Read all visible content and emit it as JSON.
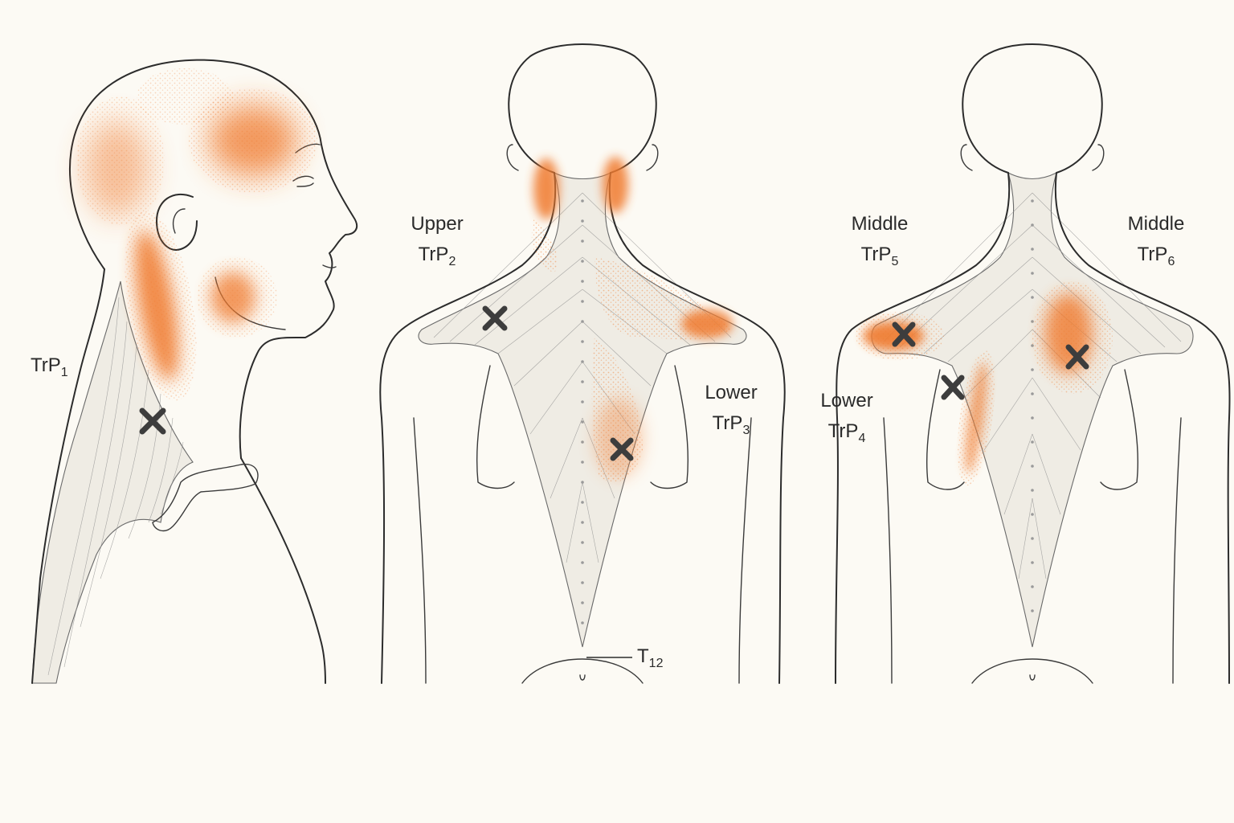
{
  "labels": {
    "trp1": {
      "base": "TrP",
      "sub": "1"
    },
    "trp2": {
      "region": "Upper",
      "base": "TrP",
      "sub": "2"
    },
    "trp3": {
      "region": "Lower",
      "base": "TrP",
      "sub": "3"
    },
    "trp4": {
      "region": "Lower",
      "base": "TrP",
      "sub": "4"
    },
    "trp5": {
      "region": "Middle",
      "base": "TrP",
      "sub": "5"
    },
    "trp6": {
      "region": "Middle",
      "base": "TrP",
      "sub": "6"
    },
    "t12": {
      "base": "T",
      "sub": "12"
    }
  },
  "colors": {
    "referred_pain": "#f07a2e",
    "trigger_mark": "#3d3d3d",
    "outline": "#2c2c2c",
    "background": "#fcfaf4"
  },
  "icons": {
    "trigger_point": "x-mark-icon"
  }
}
